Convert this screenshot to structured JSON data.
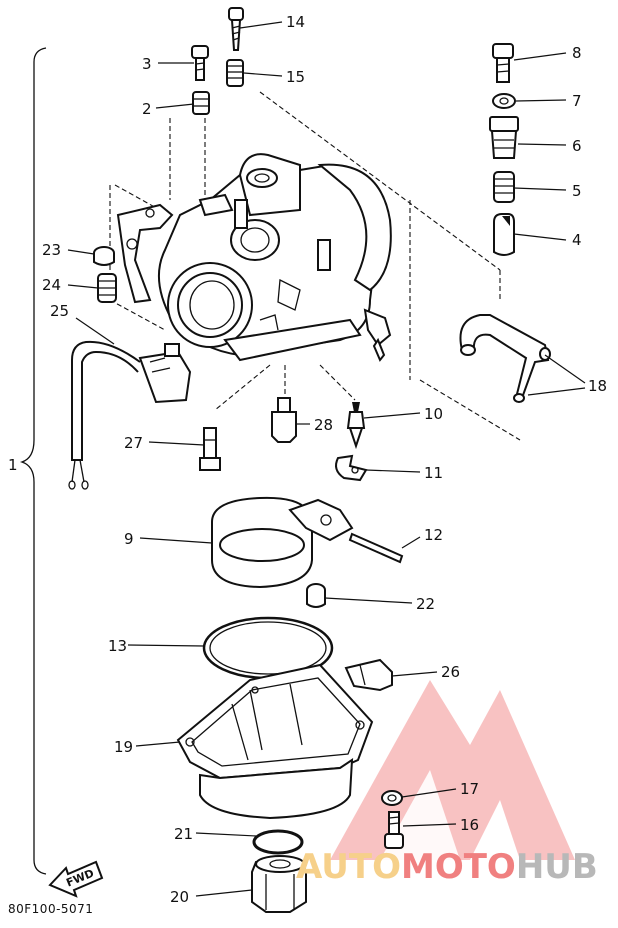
{
  "drawing_code": "80F100-5071",
  "fwd_label": "FWD",
  "watermark": {
    "part_a": "AUTO",
    "part_b": "MOTO",
    "part_c": "HUB",
    "color_primary": "#f08080",
    "color_secondary": "#c8c8c8",
    "color_accent": "#f6d08a"
  },
  "callouts": {
    "c1": "1",
    "c2": "2",
    "c3": "3",
    "c4": "4",
    "c5": "5",
    "c6": "6",
    "c7": "7",
    "c8": "8",
    "c9": "9",
    "c10": "10",
    "c11": "11",
    "c12": "12",
    "c13": "13",
    "c14": "14",
    "c15": "15",
    "c16": "16",
    "c17": "17",
    "c18": "18",
    "c19": "19",
    "c20": "20",
    "c21": "21",
    "c22": "22",
    "c23": "23",
    "c24": "24",
    "c25": "25",
    "c26": "26",
    "c27": "27",
    "c28": "28"
  }
}
